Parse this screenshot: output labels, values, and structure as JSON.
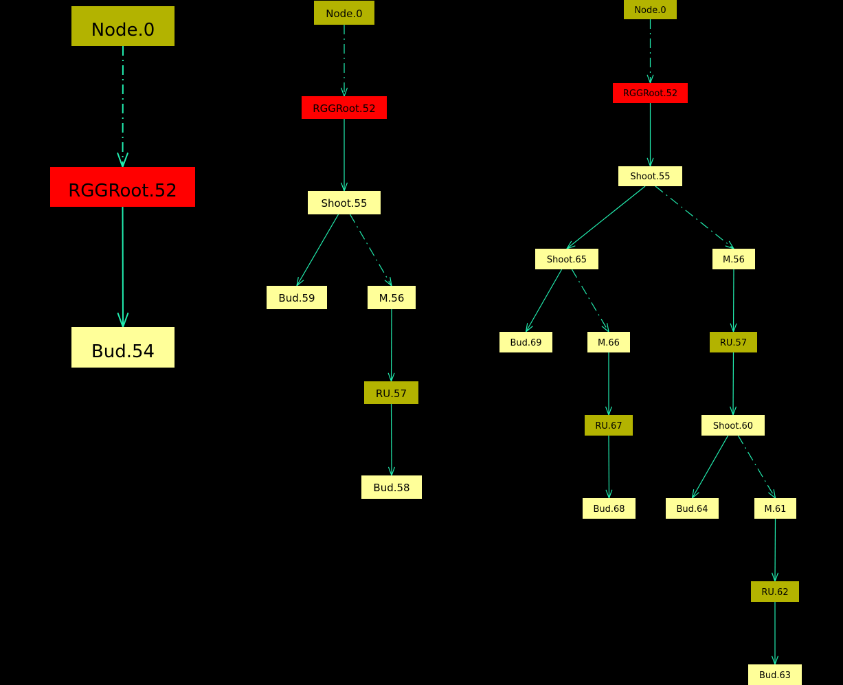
{
  "colors": {
    "edge": "#22eeb0",
    "olive": "#b3b300",
    "red": "#ff0000",
    "yellow": "#ffff99"
  },
  "trees": [
    {
      "nodes": {
        "n0": "Node.0",
        "r52": "RGGRoot.52",
        "bud54": "Bud.54"
      },
      "edges": [
        {
          "from": "n0",
          "to": "r52",
          "style": "dashdot"
        },
        {
          "from": "r52",
          "to": "bud54",
          "style": "solid"
        }
      ]
    },
    {
      "nodes": {
        "n0": "Node.0",
        "r52": "RGGRoot.52",
        "shoot55": "Shoot.55",
        "bud59": "Bud.59",
        "m56": "M.56",
        "ru57": "RU.57",
        "bud58": "Bud.58"
      },
      "edges": [
        {
          "from": "n0",
          "to": "r52",
          "style": "dashdot"
        },
        {
          "from": "r52",
          "to": "shoot55",
          "style": "solid"
        },
        {
          "from": "shoot55",
          "to": "bud59",
          "style": "solid"
        },
        {
          "from": "shoot55",
          "to": "m56",
          "style": "dashdot"
        },
        {
          "from": "m56",
          "to": "ru57",
          "style": "solid"
        },
        {
          "from": "ru57",
          "to": "bud58",
          "style": "solid"
        }
      ]
    },
    {
      "nodes": {
        "n0": "Node.0",
        "r52": "RGGRoot.52",
        "shoot55": "Shoot.55",
        "shoot65": "Shoot.65",
        "m56": "M.56",
        "bud69": "Bud.69",
        "m66": "M.66",
        "ru57": "RU.57",
        "ru67": "RU.67",
        "shoot60": "Shoot.60",
        "bud68": "Bud.68",
        "bud64": "Bud.64",
        "m61": "M.61",
        "ru62": "RU.62",
        "bud63": "Bud.63"
      },
      "edges": [
        {
          "from": "n0",
          "to": "r52",
          "style": "dashdot"
        },
        {
          "from": "r52",
          "to": "shoot55",
          "style": "solid"
        },
        {
          "from": "shoot55",
          "to": "shoot65",
          "style": "solid"
        },
        {
          "from": "shoot55",
          "to": "m56",
          "style": "dashdot"
        },
        {
          "from": "shoot65",
          "to": "bud69",
          "style": "solid"
        },
        {
          "from": "shoot65",
          "to": "m66",
          "style": "dashdot"
        },
        {
          "from": "m66",
          "to": "ru67",
          "style": "solid"
        },
        {
          "from": "ru67",
          "to": "bud68",
          "style": "solid"
        },
        {
          "from": "m56",
          "to": "ru57",
          "style": "solid"
        },
        {
          "from": "ru57",
          "to": "shoot60",
          "style": "solid"
        },
        {
          "from": "shoot60",
          "to": "bud64",
          "style": "solid"
        },
        {
          "from": "shoot60",
          "to": "m61",
          "style": "dashdot"
        },
        {
          "from": "m61",
          "to": "ru62",
          "style": "solid"
        },
        {
          "from": "ru62",
          "to": "bud63",
          "style": "solid"
        }
      ]
    }
  ]
}
